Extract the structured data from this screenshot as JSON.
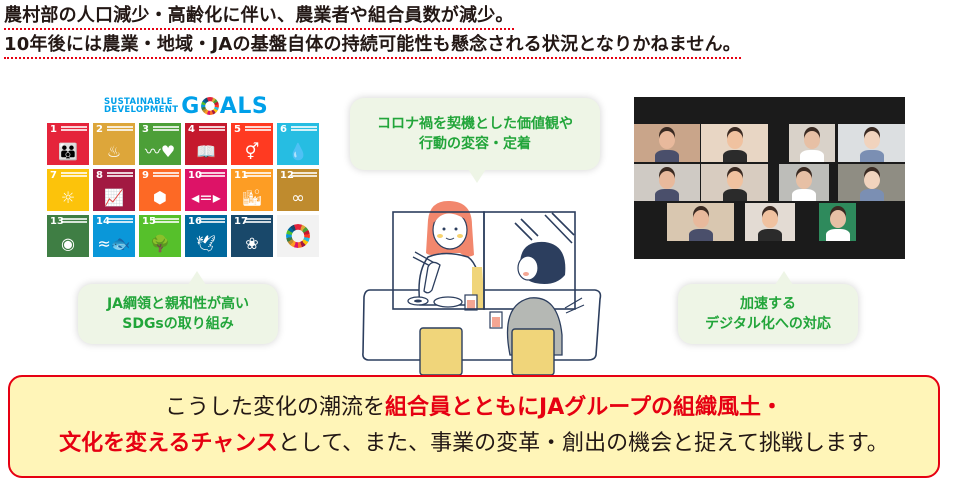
{
  "headline": {
    "line1": "農村部の人口減少・高齢化に伴い、農業者や組合員数が減少。",
    "line2": "10年後には農業・地域・JAの基盤自体の持続可能性も懸念される状況となりかねません。",
    "underline_color": "#e60012"
  },
  "sdgs_panel": {
    "logo": {
      "line1": "SUSTAINABLE",
      "line2": "DEVELOPMENT",
      "goals_g": "G",
      "goals_rest": "ALS",
      "color": "#00a0e9"
    },
    "tiles": [
      {
        "num": "1",
        "color": "#e5243b",
        "icon": "family-icon",
        "glyph": "👪"
      },
      {
        "num": "2",
        "color": "#dda63a",
        "icon": "bowl-icon",
        "glyph": "♨"
      },
      {
        "num": "3",
        "color": "#4c9f38",
        "icon": "heartbeat-icon",
        "glyph": "〰♥"
      },
      {
        "num": "4",
        "color": "#c5192d",
        "icon": "book-icon",
        "glyph": "📖"
      },
      {
        "num": "5",
        "color": "#ff3a21",
        "icon": "gender-equality-icon",
        "glyph": "⚥"
      },
      {
        "num": "6",
        "color": "#26bde2",
        "icon": "water-icon",
        "glyph": "💧"
      },
      {
        "num": "7",
        "color": "#fcc30b",
        "icon": "sun-icon",
        "glyph": "☼"
      },
      {
        "num": "8",
        "color": "#a21942",
        "icon": "growth-chart-icon",
        "glyph": "📈"
      },
      {
        "num": "9",
        "color": "#fd6925",
        "icon": "cubes-icon",
        "glyph": "⬢"
      },
      {
        "num": "10",
        "color": "#dd1367",
        "icon": "equal-arrows-icon",
        "glyph": "◂=▸"
      },
      {
        "num": "11",
        "color": "#fd9d24",
        "icon": "city-icon",
        "glyph": "🏙"
      },
      {
        "num": "12",
        "color": "#bf8b2e",
        "icon": "infinity-icon",
        "glyph": "∞"
      },
      {
        "num": "13",
        "color": "#3f7e44",
        "icon": "earth-eye-icon",
        "glyph": "◉"
      },
      {
        "num": "14",
        "color": "#0a97d9",
        "icon": "fish-icon",
        "glyph": "≈🐟"
      },
      {
        "num": "15",
        "color": "#56c02b",
        "icon": "tree-icon",
        "glyph": "🌳"
      },
      {
        "num": "16",
        "color": "#00689d",
        "icon": "dove-icon",
        "glyph": "🕊"
      },
      {
        "num": "17",
        "color": "#19486a",
        "icon": "flower-rings-icon",
        "glyph": "❀"
      },
      {
        "num": "",
        "color": "#f2f2f2",
        "icon": "sdg-wheel-icon",
        "glyph": ""
      }
    ]
  },
  "bubbles": {
    "sdgs": {
      "line1": "JA綱領と親和性が高い",
      "line2": "SDGsの取り組み"
    },
    "corona": {
      "line1": "コロナ禍を契機とした価値観や",
      "line2": "行動の変容・定着"
    },
    "digital": {
      "line1": "加速する",
      "line2": "デジタル化への対応"
    },
    "bg_color": "#eef5e6",
    "text_color": "#22a53a"
  },
  "message": {
    "line1_plain": "こうした変化の潮流を",
    "line1_highlight": "組合員とともにJAグループの組織風土・",
    "line2_highlight": "文化を変えるチャンス",
    "line2_plain": "として、また、事業の変革・創出の機会と捉えて挑戦します。",
    "border_color": "#e60012",
    "bg_color": "#fff5b8",
    "highlight_color": "#e60012"
  }
}
